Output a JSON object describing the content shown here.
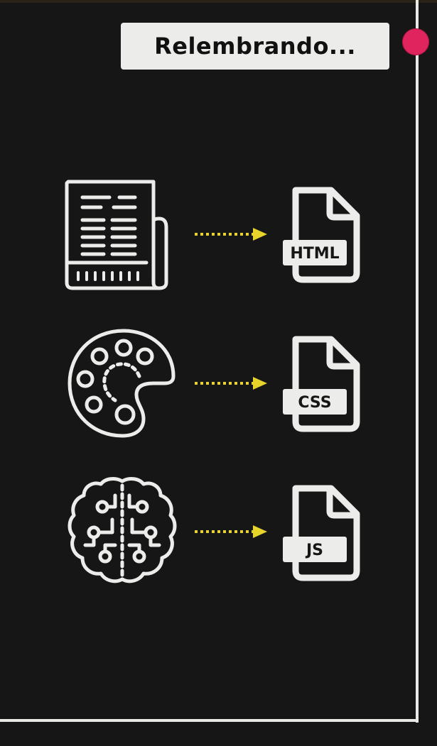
{
  "header": {
    "title": "Relembrando..."
  },
  "rows": [
    {
      "source": "document-icon",
      "target_label": "HTML"
    },
    {
      "source": "palette-icon",
      "target_label": "CSS"
    },
    {
      "source": "brain-circuit-icon",
      "target_label": "JS"
    }
  ],
  "colors": {
    "background": "#161616",
    "line": "#ececea",
    "arrow": "#e6d32b",
    "record": "#e0245e"
  }
}
